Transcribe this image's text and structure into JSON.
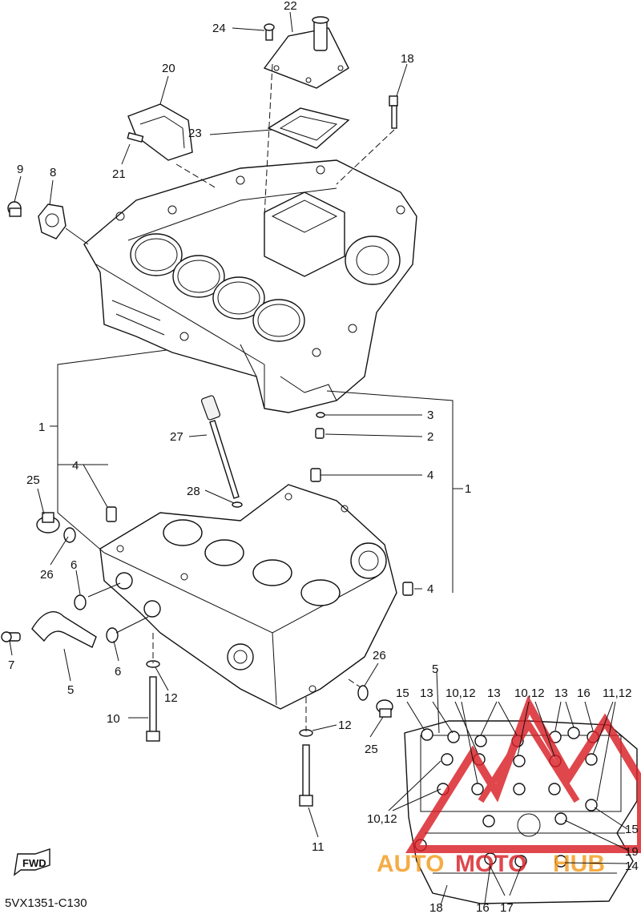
{
  "part_code": "5VX1351-C130",
  "fwd_label": "FWD",
  "watermark": {
    "left": "AUTO",
    "middle": "MOTO",
    "right": "HUB",
    "color_red": "#d81f26",
    "color_orange": "#f39a1e"
  },
  "callouts": {
    "c22": "22",
    "c24": "24",
    "c18": "18",
    "c20": "20",
    "c23": "23",
    "c21": "21",
    "c9": "9",
    "c8": "8",
    "c1_left": "1",
    "c1_right": "1",
    "c3": "3",
    "c2": "2",
    "c27": "27",
    "c4_left": "4",
    "c4_mid": "4",
    "c4_right": "4",
    "c25_left": "25",
    "c28": "28",
    "c26_left": "26",
    "c6_top": "6",
    "c6_bot": "6",
    "c7": "7",
    "c5_left": "5",
    "c12_left": "12",
    "c10": "10",
    "c26_right": "26",
    "c12_right": "12",
    "c25_right": "25",
    "c11": "11",
    "i5": "5",
    "i15_top": "15",
    "i13_a": "13",
    "i1012_a": "10,12",
    "i13_b": "13",
    "i1012_b": "10,12",
    "i13_c": "13",
    "i16_top": "16",
    "i1112": "11,12",
    "i15_right": "15",
    "i19": "19",
    "i14": "14",
    "i1012_left": "10,12",
    "i18": "18",
    "i16_bot": "16",
    "i17": "17"
  }
}
